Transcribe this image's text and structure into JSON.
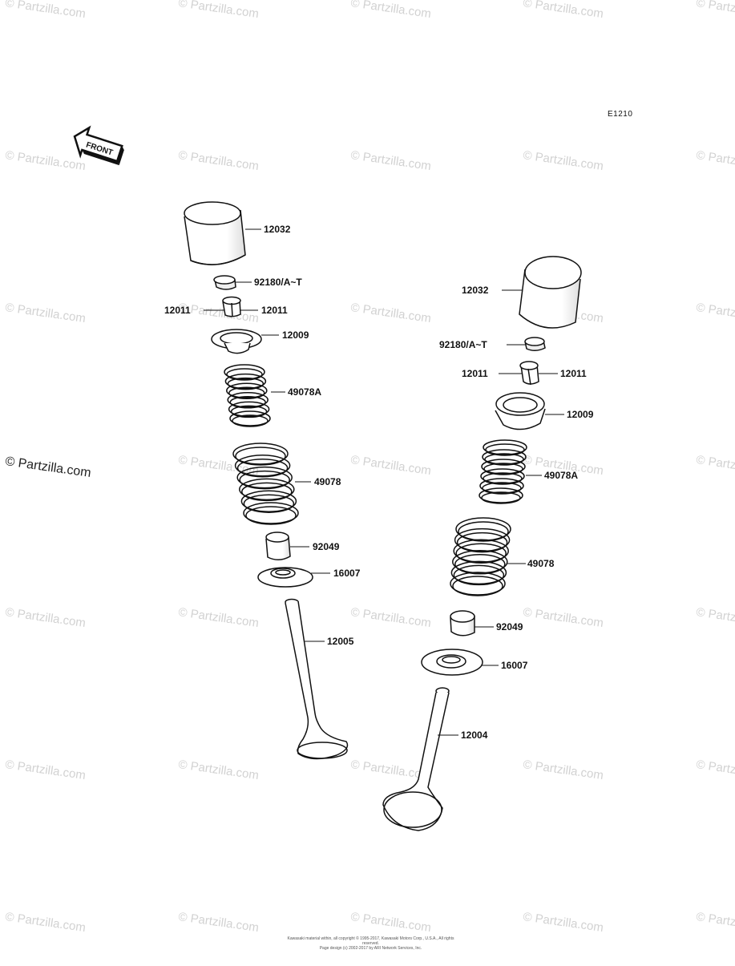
{
  "diagram_code": "E1210",
  "front_label": "FRONT",
  "watermark": "© Partzilla.com",
  "copyright_lines": [
    "Kawasaki material within, all copyright © 1995-2017, Kawasaki Motors Corp., U.S.A., All rights reserved.",
    "Page design (c) 2002-2017 by ARI Network Services, Inc."
  ],
  "left_assembly": {
    "labels": [
      "12032",
      "92180/A~T",
      "12011",
      "12011",
      "12009",
      "49078A",
      "49078",
      "92049",
      "16007",
      "12005"
    ]
  },
  "right_assembly": {
    "labels": [
      "12032",
      "92180/A~T",
      "12011",
      "12011",
      "12009",
      "49078A",
      "49078",
      "92049",
      "16007",
      "12004"
    ]
  },
  "colors": {
    "line": "#111111",
    "watermark": "#d2d2d2",
    "background": "#ffffff"
  }
}
